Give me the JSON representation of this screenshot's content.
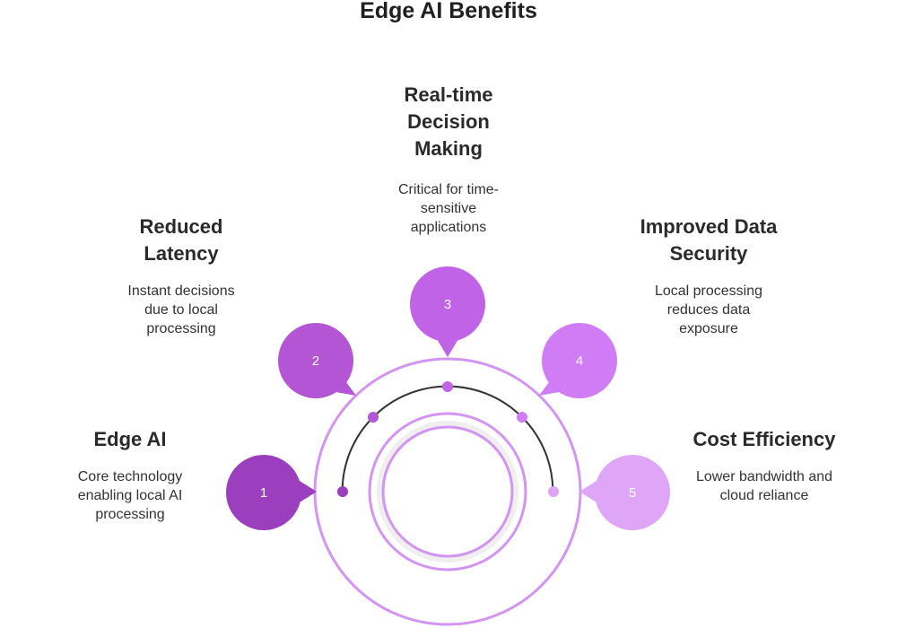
{
  "title": "Edge AI Benefits",
  "colors": {
    "step1": "#9b3fbf",
    "step2": "#b455d6",
    "step3": "#c063e6",
    "step4": "#d07cf5",
    "step5": "#dfa5f7",
    "ring": "#d394f2",
    "arc": "#333333",
    "inner_fill": "#efefef"
  },
  "steps": [
    {
      "number": "1",
      "heading": "Edge AI",
      "description": "Core technology enabling local AI processing"
    },
    {
      "number": "2",
      "heading": "Reduced Latency",
      "description": "Instant decisions due to local processing"
    },
    {
      "number": "3",
      "heading": "Real-time Decision Making",
      "description": "Critical for time-sensitive applications"
    },
    {
      "number": "4",
      "heading": "Improved Data Security",
      "description": "Local processing reduces data exposure"
    },
    {
      "number": "5",
      "heading": "Cost Efficiency",
      "description": "Lower bandwidth and cloud reliance"
    }
  ]
}
